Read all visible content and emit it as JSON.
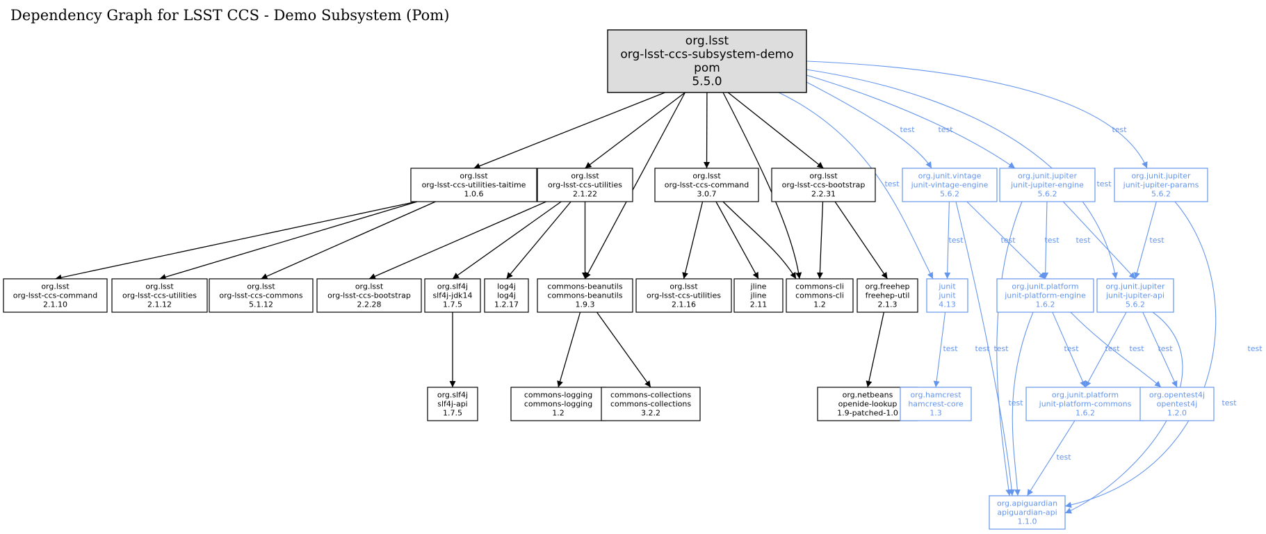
{
  "title": "Dependency Graph for LSST CCS - Demo Subsystem (Pom)",
  "colors": {
    "compile": "#000000",
    "test": "#6495ED",
    "root_fill": "#DDDDDD"
  },
  "nodes": [
    {
      "id": "root",
      "lines": [
        "org.lsst",
        "org-lsst-ccs-subsystem-demo",
        "pom",
        "5.5.0"
      ],
      "scope": "root"
    },
    {
      "id": "util_taitime",
      "lines": [
        "org.lsst",
        "org-lsst-ccs-utilities-taitime",
        "1.0.6"
      ],
      "scope": "compile"
    },
    {
      "id": "util_2122",
      "lines": [
        "org.lsst",
        "org-lsst-ccs-utilities",
        "2.1.22"
      ],
      "scope": "compile"
    },
    {
      "id": "command_307",
      "lines": [
        "org.lsst",
        "org-lsst-ccs-command",
        "3.0.7"
      ],
      "scope": "compile"
    },
    {
      "id": "bootstrap_2231",
      "lines": [
        "org.lsst",
        "org-lsst-ccs-bootstrap",
        "2.2.31"
      ],
      "scope": "compile"
    },
    {
      "id": "vintage",
      "lines": [
        "org.junit.vintage",
        "junit-vintage-engine",
        "5.6.2"
      ],
      "scope": "test"
    },
    {
      "id": "jupiter_engine",
      "lines": [
        "org.junit.jupiter",
        "junit-jupiter-engine",
        "5.6.2"
      ],
      "scope": "test"
    },
    {
      "id": "jupiter_params",
      "lines": [
        "org.junit.jupiter",
        "junit-jupiter-params",
        "5.6.2"
      ],
      "scope": "test"
    },
    {
      "id": "command_2110",
      "lines": [
        "org.lsst",
        "org-lsst-ccs-command",
        "2.1.10"
      ],
      "scope": "compile"
    },
    {
      "id": "util_2112",
      "lines": [
        "org.lsst",
        "org-lsst-ccs-utilities",
        "2.1.12"
      ],
      "scope": "compile"
    },
    {
      "id": "commons_5112",
      "lines": [
        "org.lsst",
        "org-lsst-ccs-commons",
        "5.1.12"
      ],
      "scope": "compile"
    },
    {
      "id": "bootstrap_2228",
      "lines": [
        "org.lsst",
        "org-lsst-ccs-bootstrap",
        "2.2.28"
      ],
      "scope": "compile"
    },
    {
      "id": "slf4j_jdk14",
      "lines": [
        "org.slf4j",
        "slf4j-jdk14",
        "1.7.5"
      ],
      "scope": "compile"
    },
    {
      "id": "log4j",
      "lines": [
        "log4j",
        "log4j",
        "1.2.17"
      ],
      "scope": "compile"
    },
    {
      "id": "beanutils",
      "lines": [
        "commons-beanutils",
        "commons-beanutils",
        "1.9.3"
      ],
      "scope": "compile"
    },
    {
      "id": "util_2116",
      "lines": [
        "org.lsst",
        "org-lsst-ccs-utilities",
        "2.1.16"
      ],
      "scope": "compile"
    },
    {
      "id": "jline",
      "lines": [
        "jline",
        "jline",
        "2.11"
      ],
      "scope": "compile"
    },
    {
      "id": "commons_cli",
      "lines": [
        "commons-cli",
        "commons-cli",
        "1.2"
      ],
      "scope": "compile"
    },
    {
      "id": "freehep",
      "lines": [
        "org.freehep",
        "freehep-util",
        "2.1.3"
      ],
      "scope": "compile"
    },
    {
      "id": "junit",
      "lines": [
        "junit",
        "junit",
        "4.13"
      ],
      "scope": "test"
    },
    {
      "id": "platform_engine",
      "lines": [
        "org.junit.platform",
        "junit-platform-engine",
        "1.6.2"
      ],
      "scope": "test"
    },
    {
      "id": "jupiter_api",
      "lines": [
        "org.junit.jupiter",
        "junit-jupiter-api",
        "5.6.2"
      ],
      "scope": "test"
    },
    {
      "id": "slf4j_api",
      "lines": [
        "org.slf4j",
        "slf4j-api",
        "1.7.5"
      ],
      "scope": "compile"
    },
    {
      "id": "commons_logging",
      "lines": [
        "commons-logging",
        "commons-logging",
        "1.2"
      ],
      "scope": "compile"
    },
    {
      "id": "commons_collections",
      "lines": [
        "commons-collections",
        "commons-collections",
        "3.2.2"
      ],
      "scope": "compile"
    },
    {
      "id": "openide",
      "lines": [
        "org.netbeans",
        "openide-lookup",
        "1.9-patched-1.0"
      ],
      "scope": "compile"
    },
    {
      "id": "hamcrest",
      "lines": [
        "org.hamcrest",
        "hamcrest-core",
        "1.3"
      ],
      "scope": "test"
    },
    {
      "id": "platform_commons",
      "lines": [
        "org.junit.platform",
        "junit-platform-commons",
        "1.6.2"
      ],
      "scope": "test"
    },
    {
      "id": "opentest4j",
      "lines": [
        "org.opentest4j",
        "opentest4j",
        "1.2.0"
      ],
      "scope": "test"
    },
    {
      "id": "apiguardian",
      "lines": [
        "org.apiguardian",
        "apiguardian-api",
        "1.1.0"
      ],
      "scope": "test"
    }
  ],
  "edges": [
    {
      "from": "root",
      "to": "util_taitime",
      "label": ""
    },
    {
      "from": "root",
      "to": "util_2122",
      "label": ""
    },
    {
      "from": "root",
      "to": "beanutils",
      "label": ""
    },
    {
      "from": "root",
      "to": "command_307",
      "label": ""
    },
    {
      "from": "root",
      "to": "commons_cli",
      "label": ""
    },
    {
      "from": "root",
      "to": "bootstrap_2231",
      "label": ""
    },
    {
      "from": "root",
      "to": "junit",
      "label": "test"
    },
    {
      "from": "root",
      "to": "vintage",
      "label": "test"
    },
    {
      "from": "root",
      "to": "jupiter_engine",
      "label": "test"
    },
    {
      "from": "root",
      "to": "jupiter_api",
      "label": "test"
    },
    {
      "from": "root",
      "to": "jupiter_params",
      "label": "test"
    },
    {
      "from": "util_taitime",
      "to": "command_2110",
      "label": ""
    },
    {
      "from": "util_taitime",
      "to": "util_2112",
      "label": ""
    },
    {
      "from": "util_taitime",
      "to": "commons_5112",
      "label": ""
    },
    {
      "from": "util_2122",
      "to": "bootstrap_2228",
      "label": ""
    },
    {
      "from": "util_2122",
      "to": "slf4j_jdk14",
      "label": ""
    },
    {
      "from": "util_2122",
      "to": "log4j",
      "label": ""
    },
    {
      "from": "util_2122",
      "to": "beanutils",
      "label": ""
    },
    {
      "from": "command_307",
      "to": "util_2116",
      "label": ""
    },
    {
      "from": "command_307",
      "to": "jline",
      "label": ""
    },
    {
      "from": "command_307",
      "to": "commons_cli",
      "label": ""
    },
    {
      "from": "bootstrap_2231",
      "to": "commons_cli",
      "label": ""
    },
    {
      "from": "bootstrap_2231",
      "to": "freehep",
      "label": ""
    },
    {
      "from": "vintage",
      "to": "junit",
      "label": "test"
    },
    {
      "from": "vintage",
      "to": "platform_engine",
      "label": "test"
    },
    {
      "from": "vintage",
      "to": "apiguardian",
      "label": "test"
    },
    {
      "from": "jupiter_engine",
      "to": "platform_engine",
      "label": "test"
    },
    {
      "from": "jupiter_engine",
      "to": "jupiter_api",
      "label": "test"
    },
    {
      "from": "jupiter_engine",
      "to": "apiguardian",
      "label": "test"
    },
    {
      "from": "jupiter_params",
      "to": "jupiter_api",
      "label": "test"
    },
    {
      "from": "jupiter_params",
      "to": "apiguardian",
      "label": "test"
    },
    {
      "from": "slf4j_jdk14",
      "to": "slf4j_api",
      "label": ""
    },
    {
      "from": "beanutils",
      "to": "commons_logging",
      "label": ""
    },
    {
      "from": "beanutils",
      "to": "commons_collections",
      "label": ""
    },
    {
      "from": "freehep",
      "to": "openide",
      "label": ""
    },
    {
      "from": "junit",
      "to": "hamcrest",
      "label": "test"
    },
    {
      "from": "platform_engine",
      "to": "platform_commons",
      "label": "test"
    },
    {
      "from": "platform_engine",
      "to": "opentest4j",
      "label": "test"
    },
    {
      "from": "platform_engine",
      "to": "apiguardian",
      "label": "test"
    },
    {
      "from": "jupiter_api",
      "to": "platform_commons",
      "label": "test"
    },
    {
      "from": "jupiter_api",
      "to": "opentest4j",
      "label": "test"
    },
    {
      "from": "jupiter_api",
      "to": "apiguardian",
      "label": "test"
    },
    {
      "from": "platform_commons",
      "to": "apiguardian",
      "label": "test"
    }
  ]
}
